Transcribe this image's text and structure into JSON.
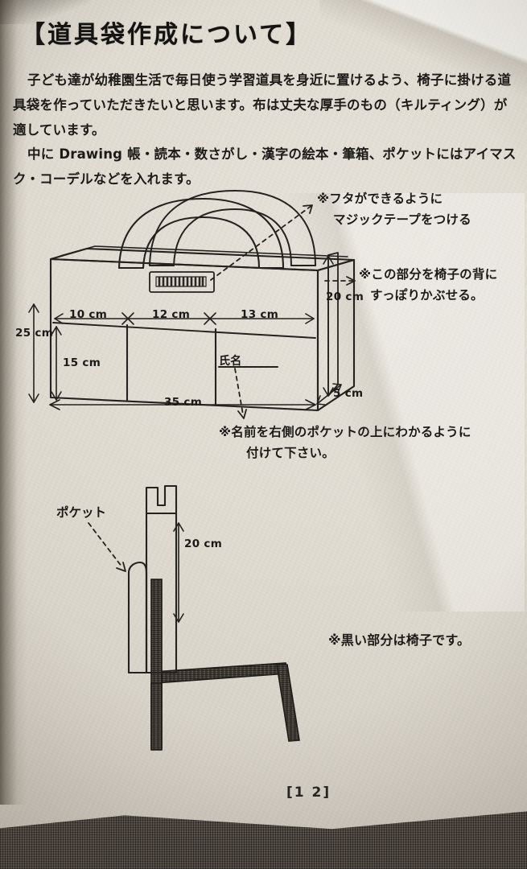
{
  "document": {
    "title": "【道具袋作成について】",
    "paragraphs": [
      "子ども達が幼稚園生活で毎日使う学習道具を身近に置けるよう、椅子に掛ける道具袋を作っていただきたいと思います。布は丈夫な厚手のもの（キルティング）が適しています。",
      "中に Drawing 帳・読本・数さがし・漢字の絵本・筆箱、ポケットにはアイマスク・コーデルなどを入れます。"
    ],
    "page_number": "[1 2]"
  },
  "notes": {
    "flap": {
      "line1": "※フタができるように",
      "line2": "マジックテープをつける"
    },
    "chair_back": {
      "line1": "※この部分を椅子の背に",
      "line2": "すっぽりかぶせる。"
    },
    "name_placement": {
      "line1": "※名前を右側のポケットの上にわかるように",
      "line2": "付けて下さい。"
    },
    "black_is_chair": "※黒い部分は椅子です。"
  },
  "bag_diagram": {
    "name_field_label": "氏名",
    "dimensions": {
      "pocket_left": "10 cm",
      "pocket_middle": "12 cm",
      "pocket_right": "13 cm",
      "total_height": "25 cm",
      "pocket_height": "15 cm",
      "total_width": "35 cm",
      "flap_height": "20 cm",
      "depth": "5 cm"
    }
  },
  "chair_diagram": {
    "pocket_label": "ポケット",
    "hang_height": "20 cm"
  },
  "colors": {
    "paper": "#e2ded4",
    "ink": "#1b1a18",
    "cloth": "#4a443c"
  }
}
